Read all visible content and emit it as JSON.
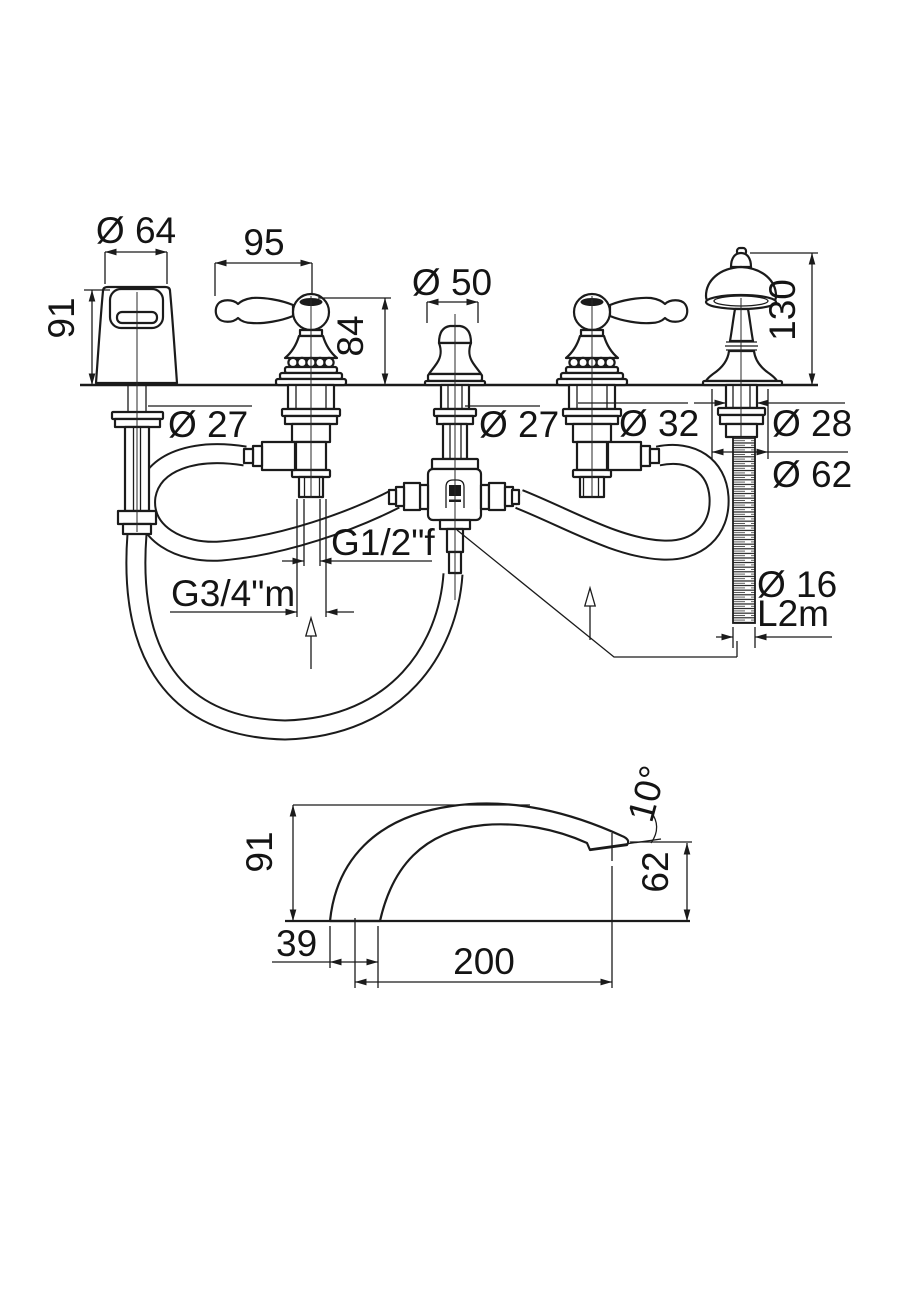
{
  "drawing": {
    "title_semantic": "bath-mixer-technical-drawing",
    "background_color": "#ffffff",
    "line_color": "#1b1b1b",
    "front_view": {
      "dimensions": {
        "spout_width": "Ø 64",
        "spout_height": "91",
        "lever_length": "95",
        "handle_height": "84",
        "diverter_knob": "Ø 50",
        "handshower_height": "130",
        "spout_shank": "Ø 27",
        "diverter_shank": "Ø 27",
        "valve_shank": "Ø 32",
        "handshower_shank": "Ø 28",
        "handshower_base": "Ø 62",
        "shower_hose_dia": "Ø 16",
        "shower_hose_length": "L2m",
        "outlet_thread": "G1/2\"f",
        "supply_thread": "G3/4\"m"
      }
    },
    "spout_side_view": {
      "dimensions": {
        "height": "91",
        "base_width": "39",
        "reach": "200",
        "outlet_height": "62",
        "outlet_angle": "10°"
      }
    }
  }
}
